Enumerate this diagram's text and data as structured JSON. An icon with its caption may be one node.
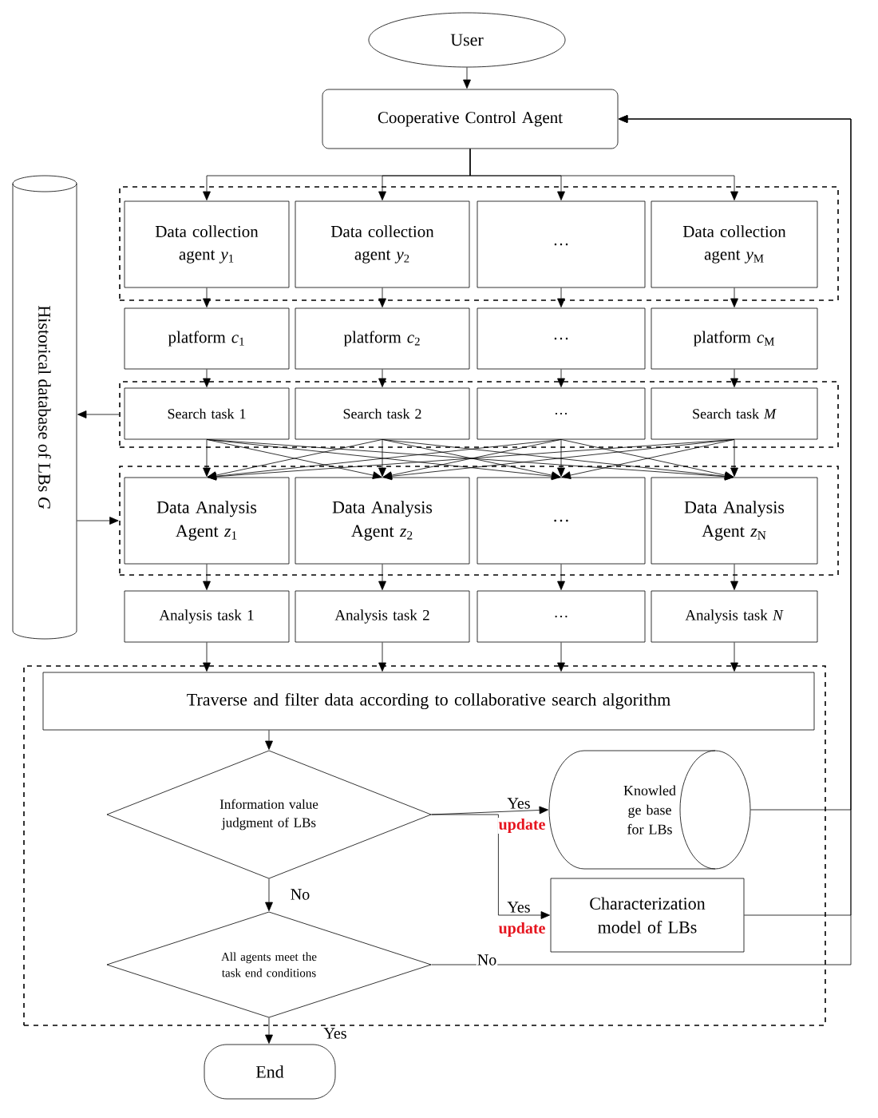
{
  "diagram": {
    "nodes": [
      {
        "text": [
          "User"
        ]
      },
      {
        "text": [
          "Cooperative Control Agent"
        ]
      },
      {
        "text": [],
        "shape": "box"
      },
      {
        "text": [
          "Data collection agent *y*$_{1}$"
        ],
        "in": 2
      },
      {
        "text": [
          "Data collection agent *y*$_{2}$"
        ],
        "in": 2
      },
      {
        "text": [
          "…"
        ],
        "in": 2
      },
      {
        "text": [
          "Data collection agent *y*$_{M}$"
        ],
        "in": 2
      },
      {
        "text": [
          "platform *c*$_{1}$"
        ]
      },
      {
        "text": [
          "platform *c*$_{2}$"
        ]
      },
      {
        "text": [
          "…"
        ]
      },
      {
        "text": [
          "platform *c*$_{M}$"
        ]
      },
      {
        "text": [],
        "shape": "box"
      },
      {
        "text": [
          "Search task 1"
        ],
        "in": 11
      },
      {
        "text": [
          "Search task 2"
        ],
        "in": 11
      },
      {
        "text": [
          "…"
        ],
        "in": 11
      },
      {
        "text": [
          "Search task *M*"
        ],
        "in": 11
      },
      {
        "text": [],
        "shape": "box"
      },
      {
        "text": [
          "Data Analysis Agent *z*$_{1}$"
        ],
        "in": 16
      },
      {
        "text": [
          "Data Analysis Agent *z*$_{2}$"
        ],
        "in": 16
      },
      {
        "text": [
          "…"
        ],
        "in": 16
      },
      {
        "text": [
          "Data Analysis Agent *z*$_{N}$"
        ],
        "in": 16
      },
      {
        "text": [
          "Analysis task 1"
        ]
      },
      {
        "text": [
          "Analysis task 2"
        ]
      },
      {
        "text": [
          "…"
        ]
      },
      {
        "text": [
          "Analysis task *N*"
        ]
      },
      {
        "text": [],
        "shape": "box"
      },
      {
        "text": [
          "Traverse and filter data according to collaborative search algorithm"
        ],
        "in": 25
      },
      {
        "text": [
          "Information value judgment of LBs"
        ],
        "in": 25
      },
      {
        "text": [
          "All agents meet the task end conditions"
        ],
        "in": 25
      },
      {
        "text": [
          "Knowled ge base for LBs"
        ],
        "in": 25
      },
      {
        "text": [
          "Characterization model of LBs"
        ],
        "in": 25
      },
      {
        "text": [
          "End"
        ]
      },
      {
        "text": [
          "Historical database of LBs *G*"
        ]
      }
    ],
    "edges": [
      {
        "from": 0,
        "to": 1,
        "arrow": "to"
      },
      {
        "from": 1,
        "to": 3,
        "arrow": "to"
      },
      {
        "from": 1,
        "to": 4,
        "arrow": "to"
      },
      {
        "from": 1,
        "to": 5,
        "arrow": "to"
      },
      {
        "from": 1,
        "to": 6,
        "arrow": "to"
      },
      {
        "from": 3,
        "to": 7,
        "arrow": "to"
      },
      {
        "from": 4,
        "to": 8,
        "arrow": "to"
      },
      {
        "from": 5,
        "to": 9,
        "arrow": "to"
      },
      {
        "from": 6,
        "to": 10,
        "arrow": "to"
      },
      {
        "from": 7,
        "to": 12,
        "arrow": "to"
      },
      {
        "from": 8,
        "to": 13,
        "arrow": "to"
      },
      {
        "from": 9,
        "to": 14,
        "arrow": "to"
      },
      {
        "from": 10,
        "to": 15,
        "arrow": "to"
      },
      {
        "from": 12,
        "to": 17,
        "arrow": "to"
      },
      {
        "from": 12,
        "to": 18,
        "arrow": "to"
      },
      {
        "from": 12,
        "to": 19,
        "arrow": "to"
      },
      {
        "from": 12,
        "to": 20,
        "arrow": "to"
      },
      {
        "from": 13,
        "to": 17,
        "arrow": "to"
      },
      {
        "from": 13,
        "to": 18,
        "arrow": "to"
      },
      {
        "from": 13,
        "to": 19,
        "arrow": "to"
      },
      {
        "from": 13,
        "to": 20,
        "arrow": "to"
      },
      {
        "from": 14,
        "to": 17,
        "arrow": "to"
      },
      {
        "from": 14,
        "to": 18,
        "arrow": "to"
      },
      {
        "from": 14,
        "to": 19,
        "arrow": "to"
      },
      {
        "from": 14,
        "to": 20,
        "arrow": "to"
      },
      {
        "from": 15,
        "to": 17,
        "arrow": "to"
      },
      {
        "from": 15,
        "to": 18,
        "arrow": "to"
      },
      {
        "from": 15,
        "to": 19,
        "arrow": "to"
      },
      {
        "from": 15,
        "to": 20,
        "arrow": "to"
      },
      {
        "from": 11,
        "to": 32,
        "arrow": "to"
      },
      {
        "from": 32,
        "to": 16,
        "arrow": "to"
      },
      {
        "from": 17,
        "to": 21,
        "arrow": "to"
      },
      {
        "from": 18,
        "to": 22,
        "arrow": "to"
      },
      {
        "from": 19,
        "to": 23,
        "arrow": "to"
      },
      {
        "from": 20,
        "to": 24,
        "arrow": "to"
      },
      {
        "from": 21,
        "to": 26,
        "arrow": "to"
      },
      {
        "from": 22,
        "to": 26,
        "arrow": "to"
      },
      {
        "from": 23,
        "to": 26,
        "arrow": "to"
      },
      {
        "from": 24,
        "to": 26,
        "arrow": "to"
      },
      {
        "from": 26,
        "to": 27,
        "arrow": "to"
      },
      {
        "from": 27,
        "to": 29,
        "arrow": "to",
        "label": "Yes"
      },
      {
        "from": 27,
        "to": 30,
        "arrow": "to",
        "label": "Yes"
      },
      {
        "from": 27,
        "to": 28,
        "arrow": "to",
        "label": "No"
      },
      {
        "from": 29,
        "to": 1,
        "arrow": "to"
      },
      {
        "from": 30,
        "to": 1,
        "arrow": "to"
      },
      {
        "from": 28,
        "to": 1,
        "arrow": "to",
        "label": "No"
      },
      {
        "from": 28,
        "to": 31,
        "arrow": "to",
        "label": "Yes"
      }
    ],
    "labels": [
      "update",
      "update"
    ]
  }
}
